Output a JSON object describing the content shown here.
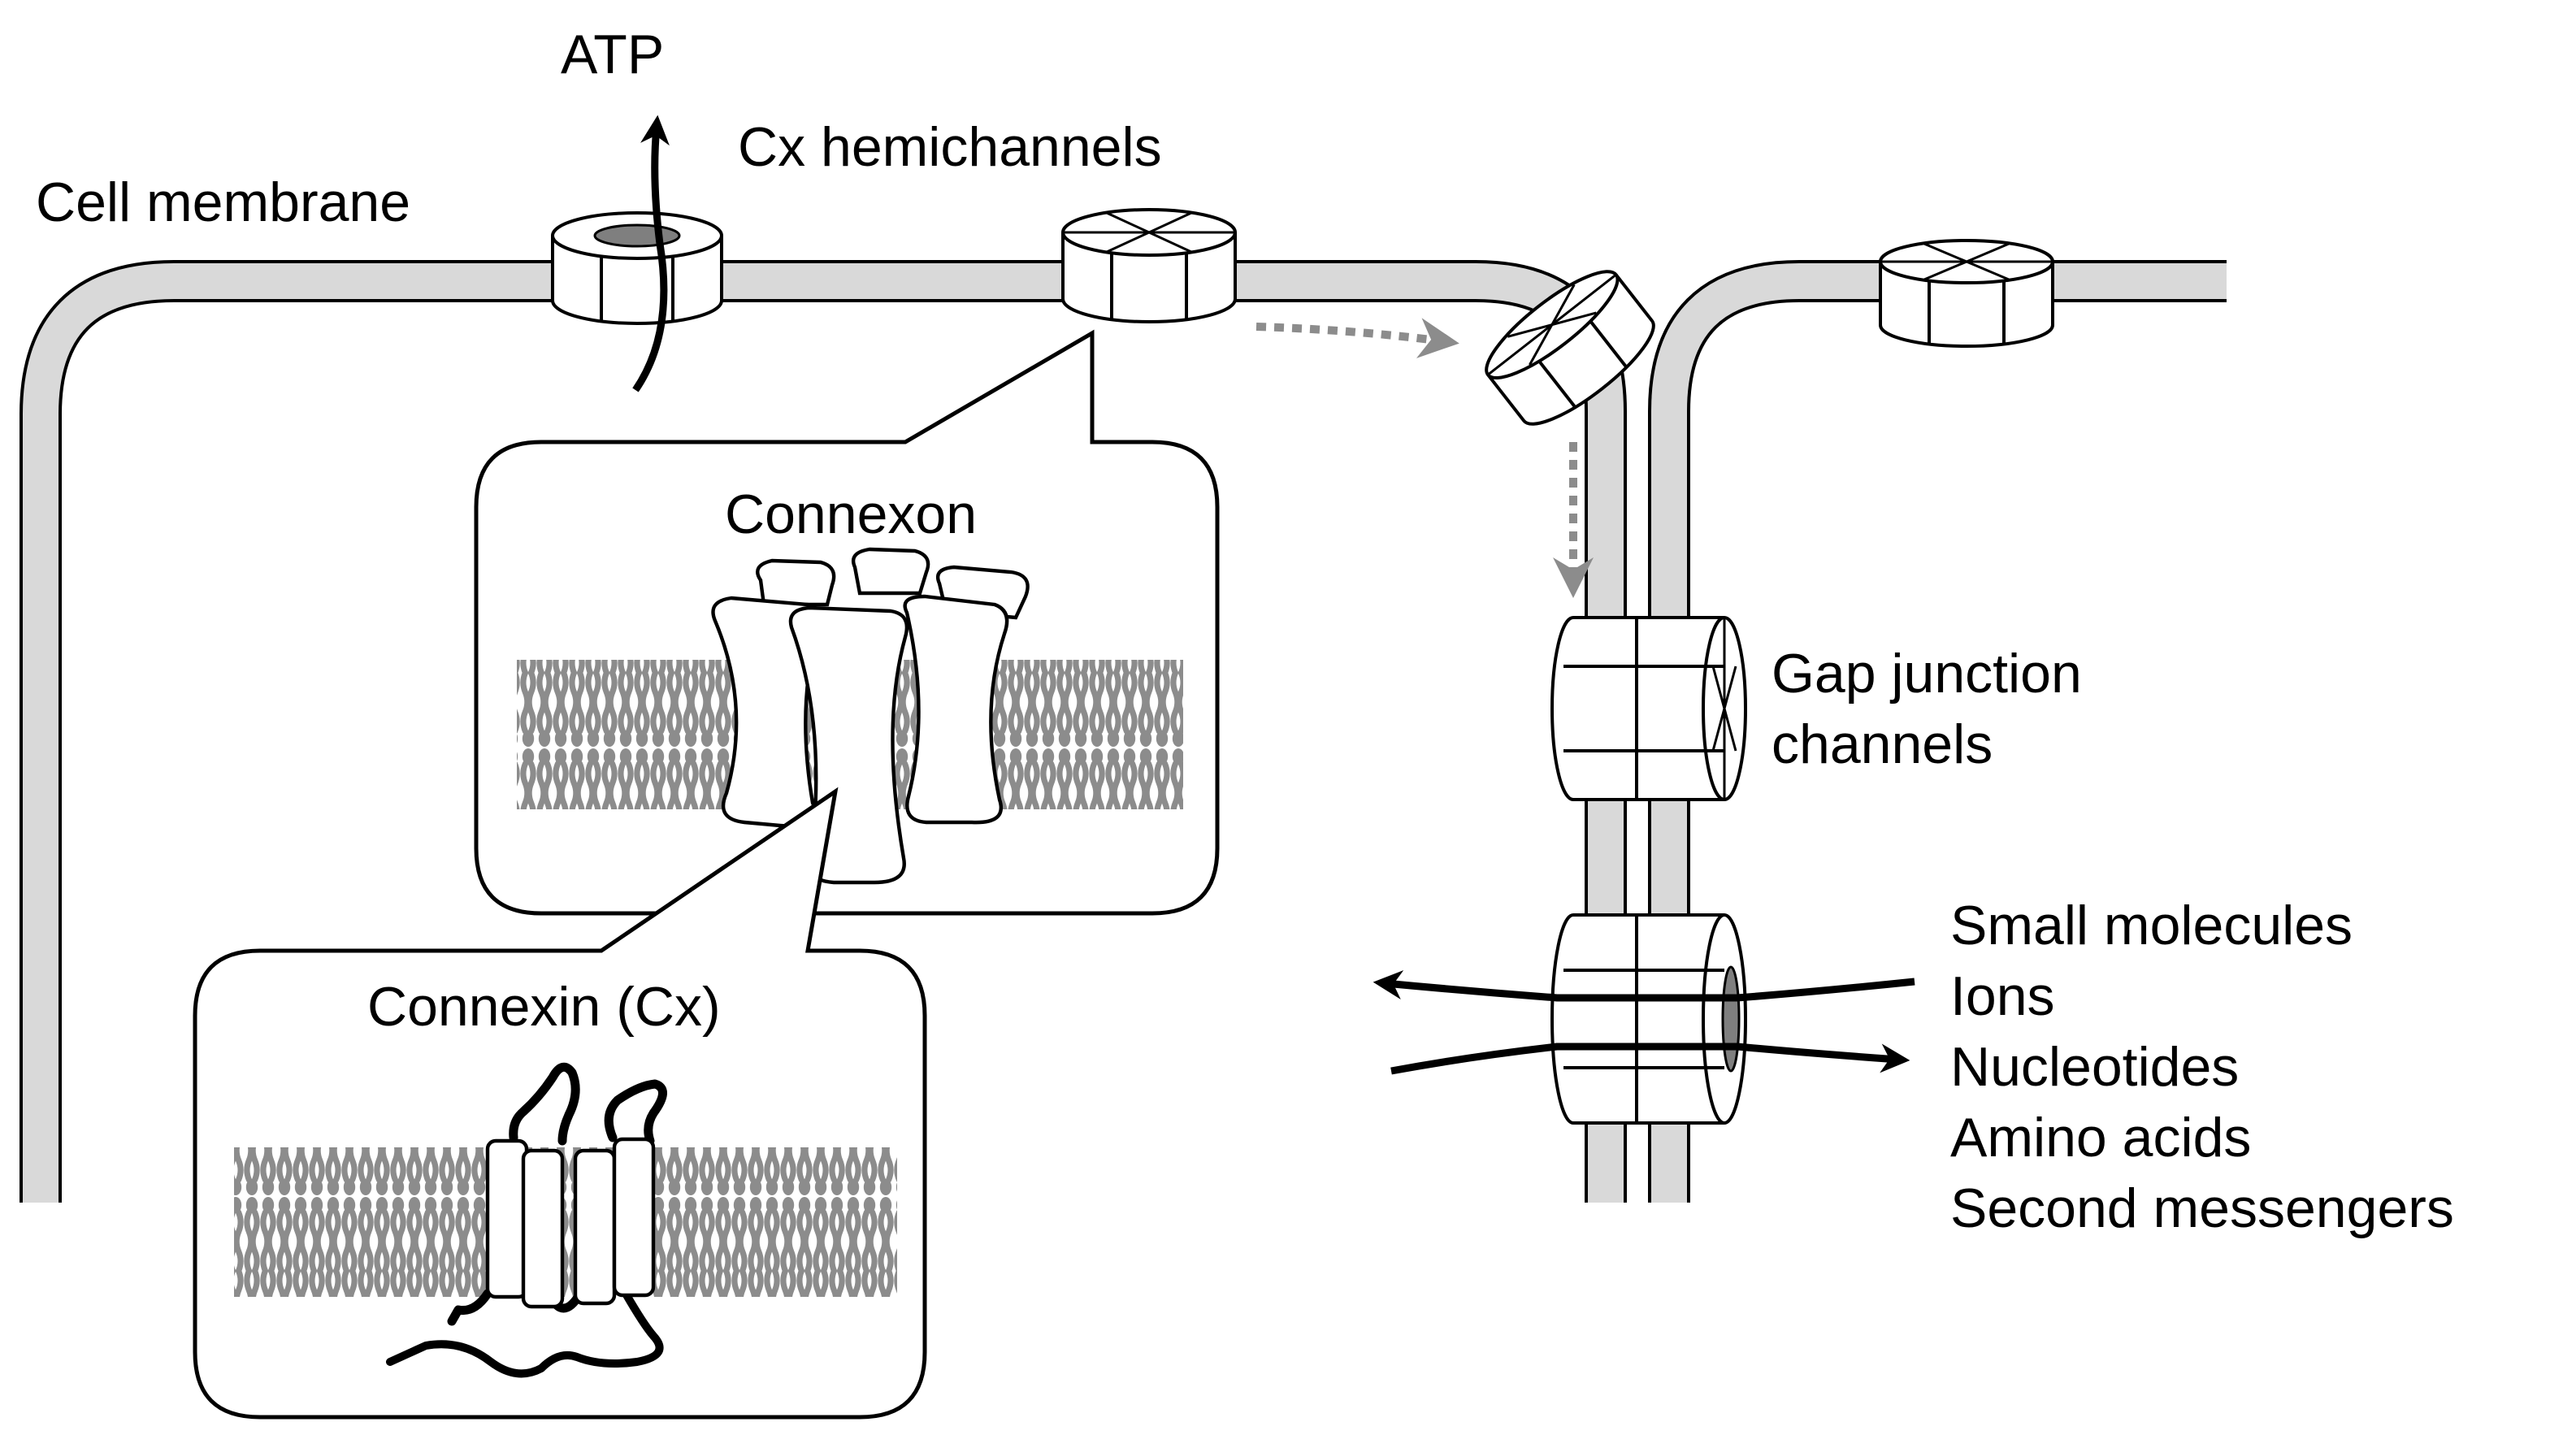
{
  "labels": {
    "atp": "ATP",
    "cell_membrane": "Cell membrane",
    "cx_hemichannels": "Cx hemichannels",
    "connexon": "Connexon",
    "connexin": "Connexin (Cx)",
    "gap_junction_line1": "Gap junction",
    "gap_junction_line2": "channels",
    "small_molecules": "Small molecules",
    "ions": "Ions",
    "nucleotides": "Nucleotides",
    "amino_acids": "Amino acids",
    "second_messengers": "Second messengers"
  },
  "colors": {
    "membrane_fill": "#d9d9d9",
    "outline": "#000000",
    "lipid_gray": "#8c8c8c",
    "dotted_arrow": "#8c8c8c",
    "pore_gray": "#7f7f7f",
    "background": "#ffffff"
  }
}
